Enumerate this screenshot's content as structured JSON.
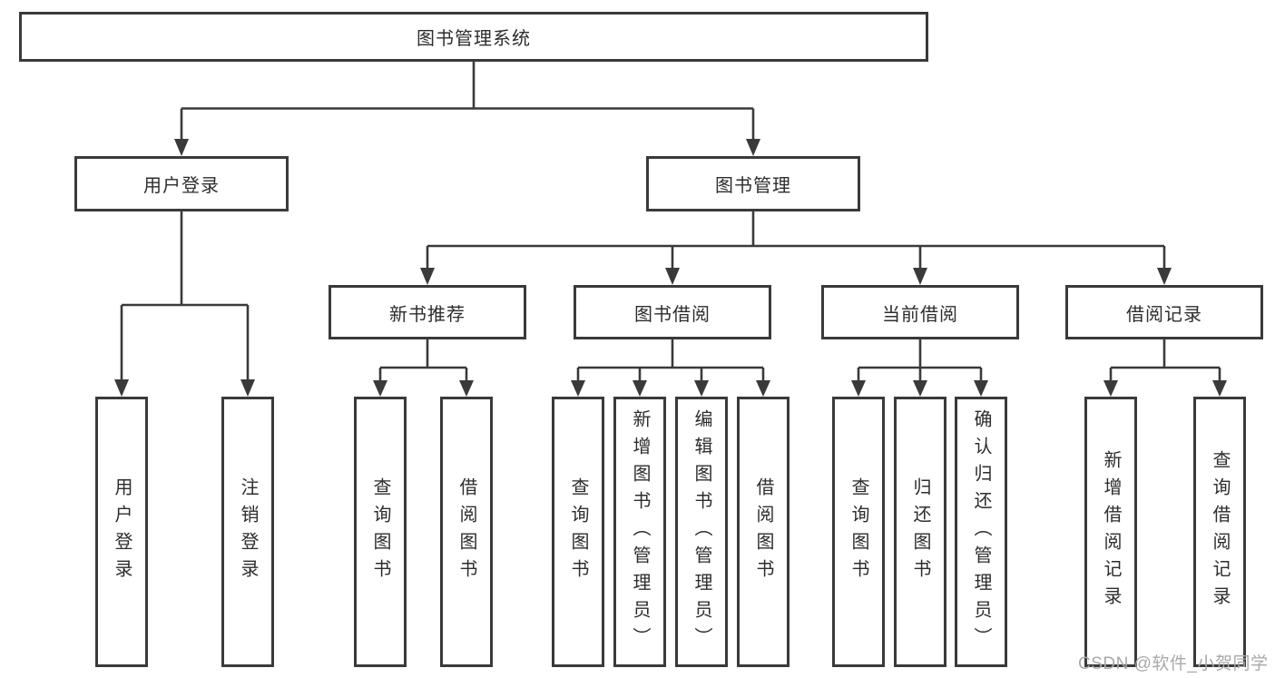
{
  "style": {
    "line_color": "#3a3a3a",
    "box_border_color": "#3a3a3a",
    "box_background": "#ffffff",
    "text_color": "#2d2d2d",
    "watermark_color": "#a9a9a9"
  },
  "watermark": {
    "text": "CSDN @软件_小贺同学"
  },
  "tree": {
    "root": {
      "label": "图书管理系统"
    },
    "branches": [
      {
        "label": "用户登录",
        "leaves": [
          {
            "label": "用户登录"
          },
          {
            "label": "注销登录"
          }
        ]
      },
      {
        "label": "图书管理",
        "groups": [
          {
            "label": "新书推荐",
            "leaves": [
              {
                "label": "查询图书"
              },
              {
                "label": "借阅图书"
              }
            ]
          },
          {
            "label": "图书借阅",
            "leaves": [
              {
                "label": "查询图书"
              },
              {
                "label": "新增图书（管理员）"
              },
              {
                "label": "编辑图书（管理员）"
              },
              {
                "label": "借阅图书"
              }
            ]
          },
          {
            "label": "当前借阅",
            "leaves": [
              {
                "label": "查询图书"
              },
              {
                "label": "归还图书"
              },
              {
                "label": "确认归还（管理员）"
              }
            ]
          },
          {
            "label": "借阅记录",
            "leaves": [
              {
                "label": "新增借阅记录"
              },
              {
                "label": "查询借阅记录"
              }
            ]
          }
        ]
      }
    ]
  }
}
